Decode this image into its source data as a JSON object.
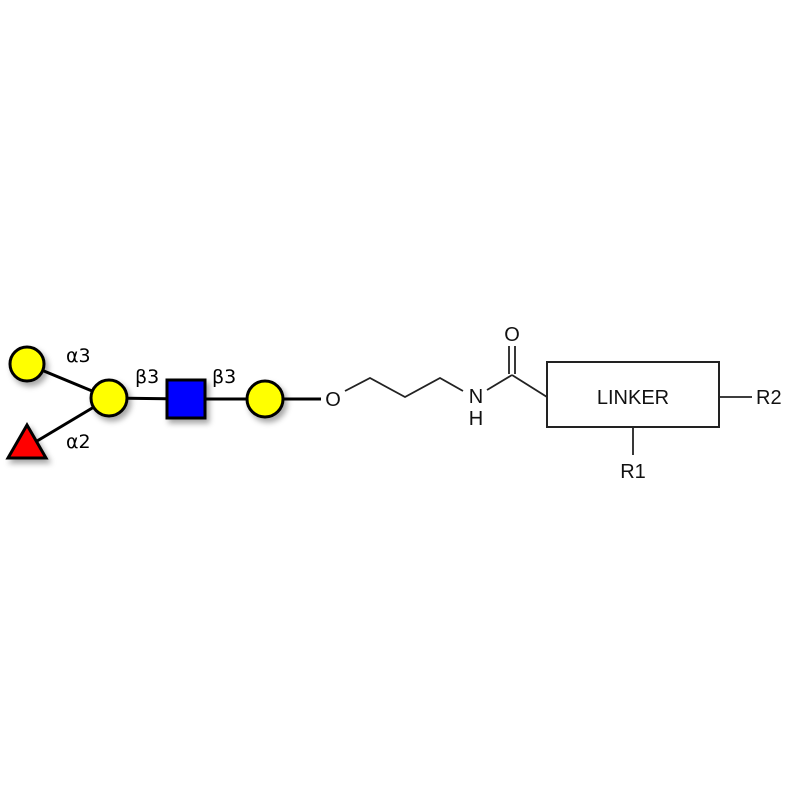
{
  "glycan": {
    "linkages": {
      "top_branch": "α3",
      "bottom_branch": "α2",
      "gal_glcnac": "β3",
      "glcnac_gal": "β3"
    },
    "colors": {
      "galactose": "#ffff00",
      "glcnac": "#0000ff",
      "fucose": "#ff0000"
    }
  },
  "spacer": {
    "oxygen": "O",
    "nitrogen": "N",
    "hydrogen": "H",
    "carbonyl_oxygen": "O"
  },
  "linker": {
    "label": "LINKER",
    "r1": "R1",
    "r2": "R2"
  }
}
